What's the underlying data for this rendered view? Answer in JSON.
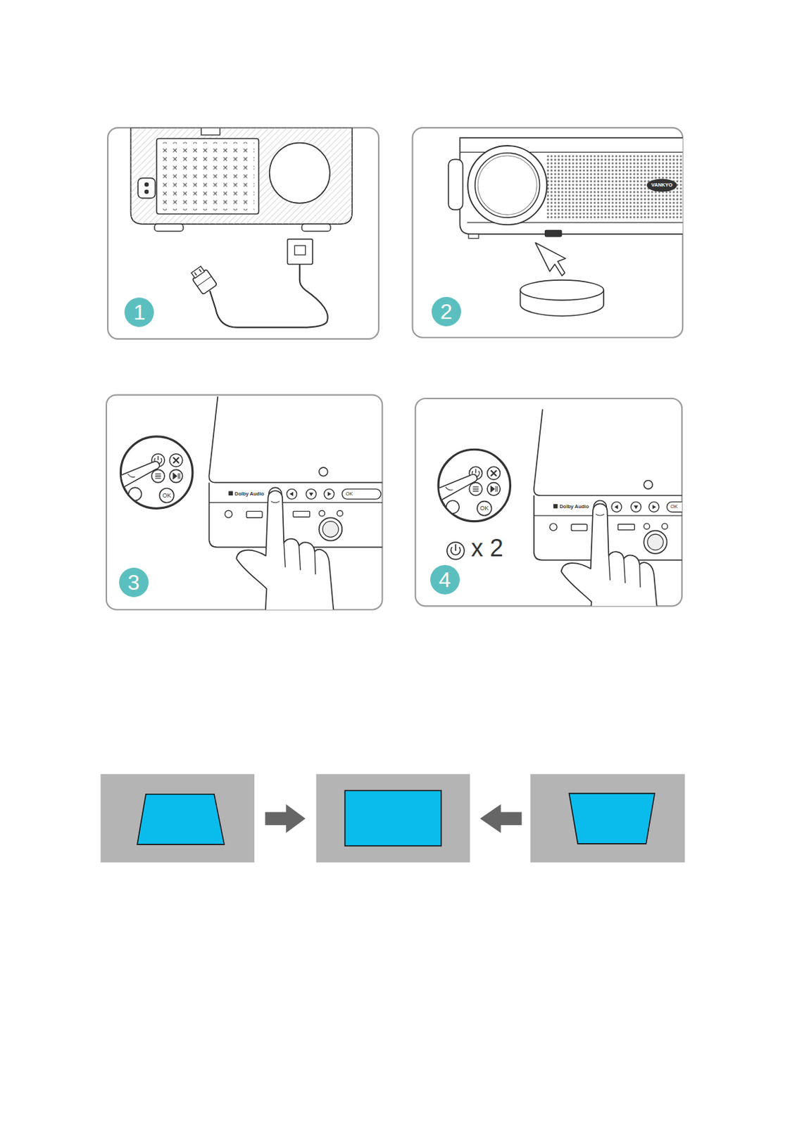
{
  "diagram": {
    "nodes": [
      {
        "text": [
          "1"
        ]
      },
      {
        "text": [
          "2"
        ]
      },
      {
        "text": [
          "3"
        ]
      },
      {
        "text": [
          "4"
        ]
      }
    ],
    "labels": [
      "VANKYO",
      "Dolby Audio",
      "OK",
      "OK",
      "Dolby Audio",
      "OK",
      "OK",
      "x 2"
    ]
  }
}
